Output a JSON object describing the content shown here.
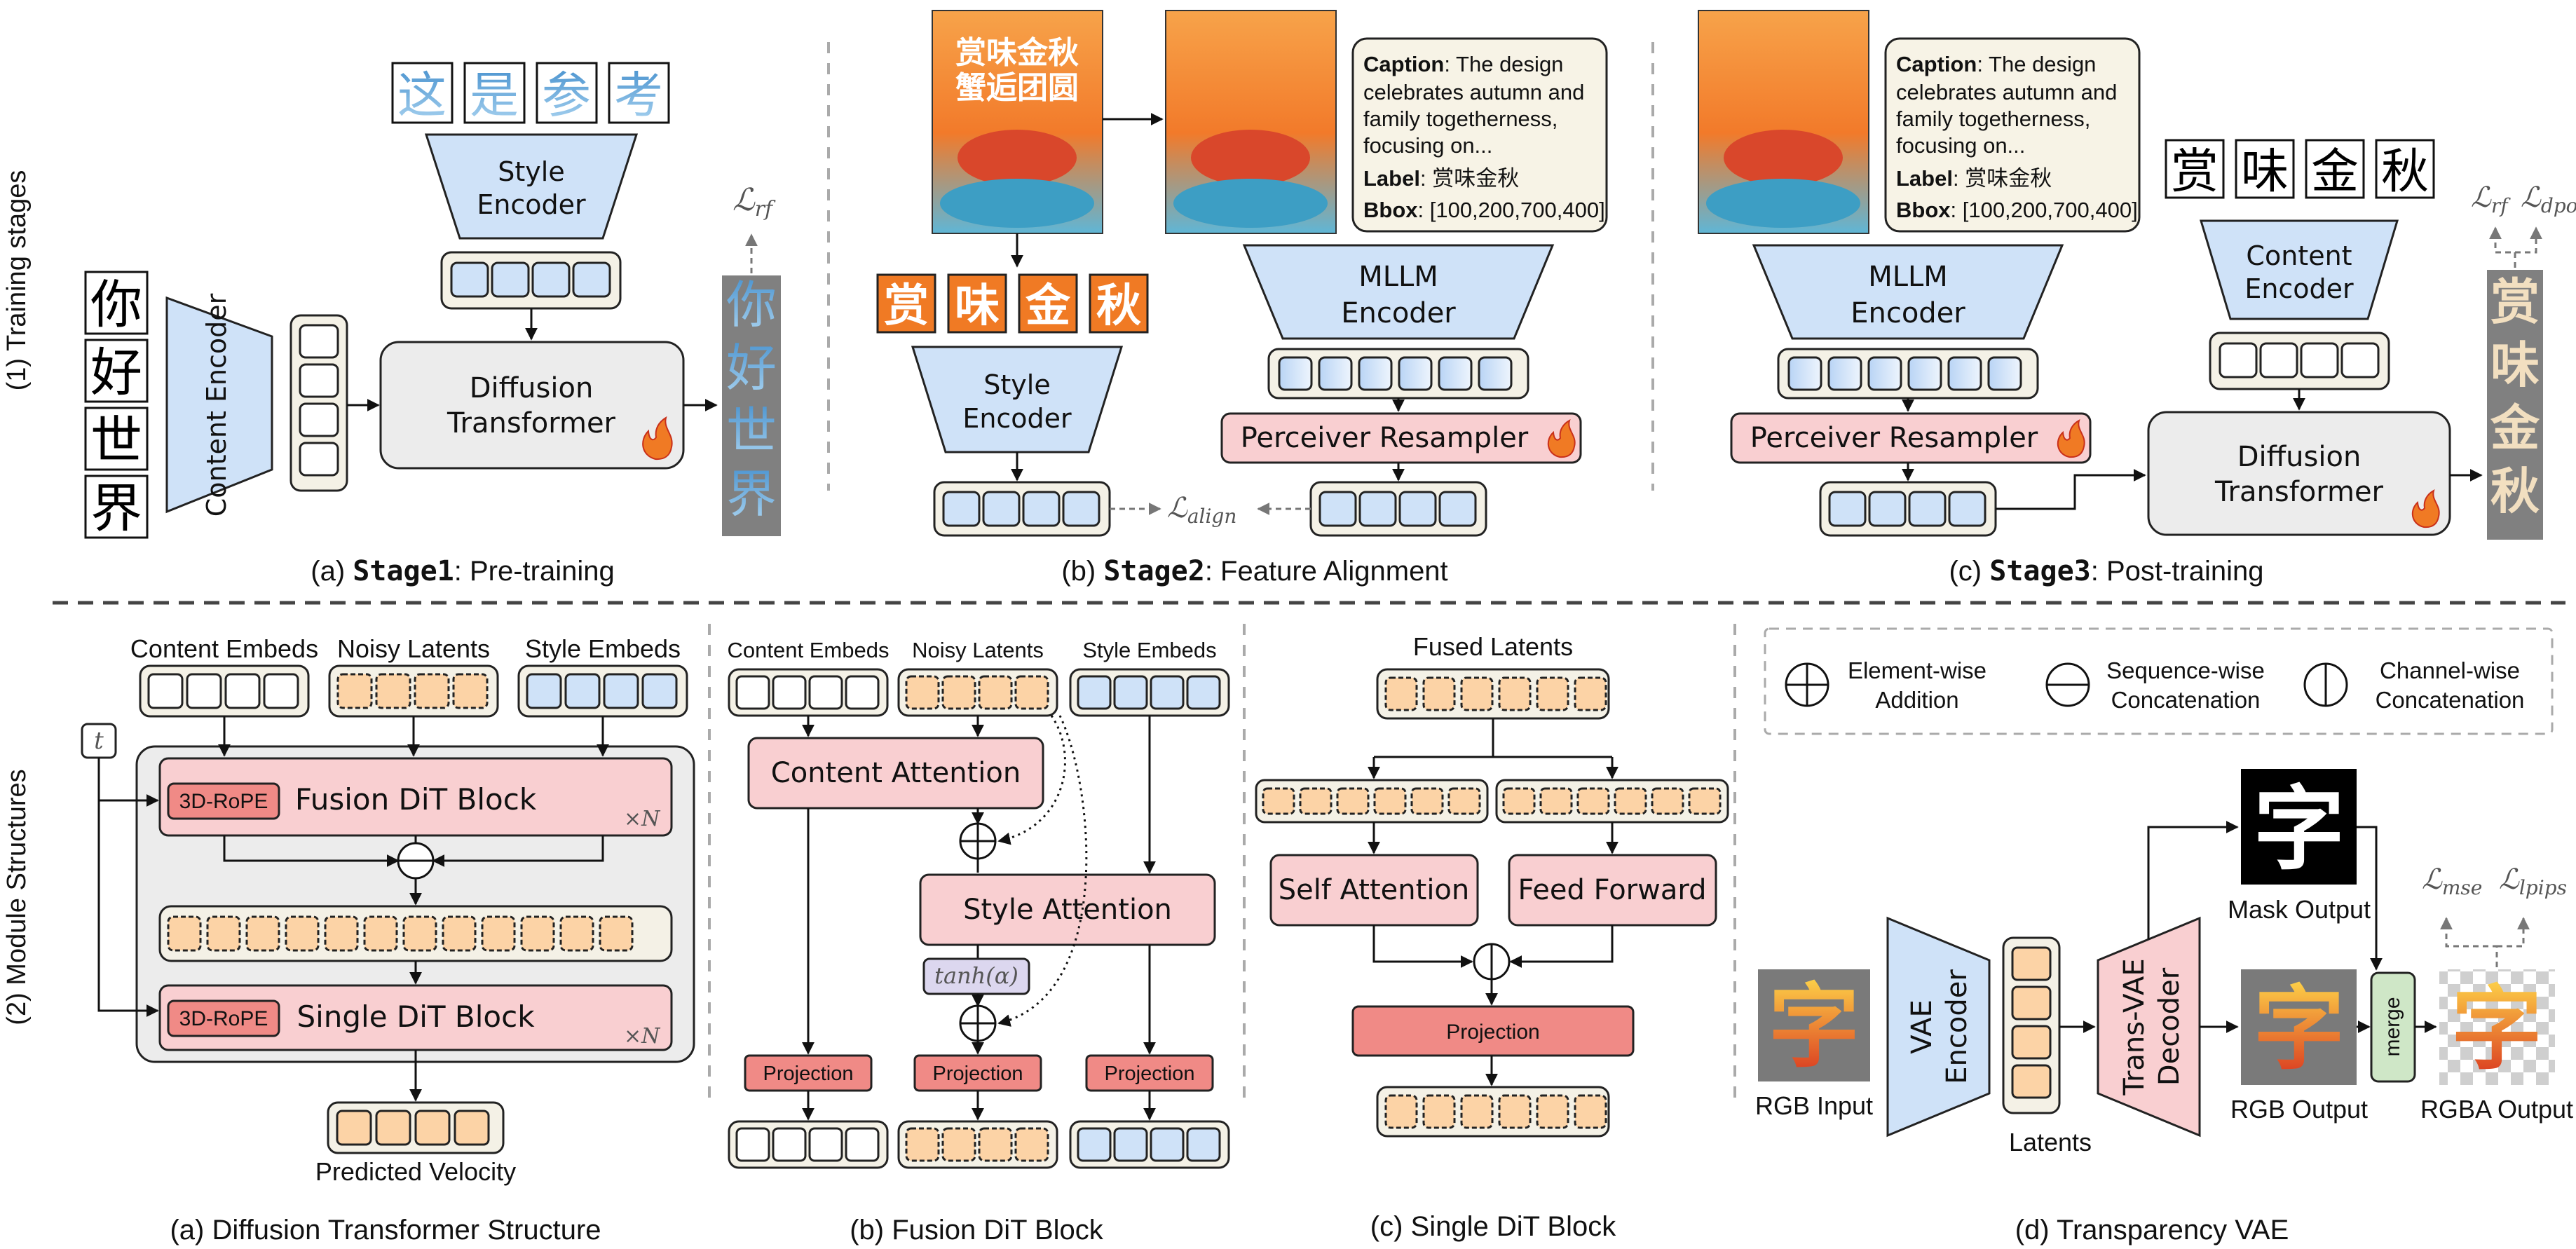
{
  "labels": {
    "training_stages": "(1) Training stages",
    "module_structures": "(2) Module Structures"
  },
  "stage1": {
    "chars": [
      "你",
      "好",
      "世",
      "界"
    ],
    "content_encoder": "Content Encoder",
    "style_encoder_l1": "Style",
    "style_encoder_l2": "Encoder",
    "style_chars": [
      "这",
      "是",
      "参",
      "考"
    ],
    "dit_l1": "Diffusion",
    "dit_l2": "Transformer",
    "loss": "ℒ",
    "loss_sub": "rf",
    "out_chars": [
      "你",
      "好",
      "世",
      "界"
    ],
    "caption_pre": "(a) ",
    "caption_bold": "Stage1",
    "caption_post": ": Pre-training"
  },
  "stage2": {
    "poster_title": "赏味金秋",
    "poster_sub": "蟹逅团圆",
    "chars": [
      "赏",
      "味",
      "金",
      "秋"
    ],
    "style_encoder_l1": "Style",
    "style_encoder_l2": "Encoder",
    "caption_label": "Caption",
    "caption_text_l1": ": The design",
    "caption_text_l2": "celebrates autumn and",
    "caption_text_l3": "family togetherness,",
    "caption_text_l4": "focusing on...",
    "label_label": "Label",
    "label_value": ": 赏味金秋",
    "bbox_label": "Bbox",
    "bbox_value": ": [100,200,700,400]",
    "mllm_l1": "MLLM",
    "mllm_l2": "Encoder",
    "resampler": "Perceiver Resampler",
    "loss": "ℒ",
    "loss_sub": "align",
    "caption_pre": "(b) ",
    "caption_bold": "Stage2",
    "caption_post": ": Feature Alignment"
  },
  "stage3": {
    "caption_label": "Caption",
    "caption_text_l1": ": The design",
    "caption_text_l2": "celebrates autumn and",
    "caption_text_l3": "family togetherness,",
    "caption_text_l4": "focusing on...",
    "label_label": "Label",
    "label_value": ": 赏味金秋",
    "bbox_label": "Bbox",
    "bbox_value": ": [100,200,700,400]",
    "mllm_l1": "MLLM",
    "mllm_l2": "Encoder",
    "resampler": "Perceiver Resampler",
    "chars": [
      "赏",
      "味",
      "金",
      "秋"
    ],
    "content_encoder_l1": "Content",
    "content_encoder_l2": "Encoder",
    "dit_l1": "Diffusion",
    "dit_l2": "Transformer",
    "loss1": "ℒ",
    "loss1_sub": "rf",
    "loss2": "ℒ",
    "loss2_sub": "dpo",
    "out_chars": [
      "赏",
      "味",
      "金",
      "秋"
    ],
    "caption_pre": "(c) ",
    "caption_bold": "Stage3",
    "caption_post": ": Post-training"
  },
  "panel_a": {
    "content_embeds": "Content Embeds",
    "noisy_latents": "Noisy Latents",
    "style_embeds": "Style Embeds",
    "t": "t",
    "rope1": "3D-RoPE",
    "fusion_block": "Fusion DiT Block",
    "times_n1": "×N",
    "rope2": "3D-RoPE",
    "single_block": "Single DiT Block",
    "times_n2": "×N",
    "predicted_velocity": "Predicted Velocity",
    "caption": "(a) Diffusion Transformer Structure"
  },
  "panel_b": {
    "content_embeds": "Content Embeds",
    "noisy_latents": "Noisy Latents",
    "style_embeds": "Style Embeds",
    "content_attention": "Content Attention",
    "style_attention": "Style Attention",
    "tanh": "tanh(α)",
    "projection1": "Projection",
    "projection2": "Projection",
    "projection3": "Projection",
    "caption": "(b) Fusion DiT Block"
  },
  "panel_c": {
    "fused_latents": "Fused Latents",
    "self_attention": "Self Attention",
    "feed_forward": "Feed Forward",
    "projection": "Projection",
    "caption": "(c) Single DiT Block"
  },
  "panel_d": {
    "legend_add_l1": "Element-wise",
    "legend_add_l2": "Addition",
    "legend_seq_l1": "Sequence-wise",
    "legend_seq_l2": "Concatenation",
    "legend_chan_l1": "Channel-wise",
    "legend_chan_l2": "Concatenation",
    "glyph": "字",
    "rgb_input": "RGB Input",
    "vae_l1": "VAE",
    "vae_l2": "Encoder",
    "latents": "Latents",
    "trans_l1": "Trans-VAE",
    "trans_l2": "Decoder",
    "mask_output": "Mask Output",
    "rgb_output": "RGB Output",
    "merge": "merge",
    "rgba_output": "RGBA Output",
    "loss1": "ℒ",
    "loss1_sub": "mse",
    "loss2": "ℒ",
    "loss2_sub": "lpips",
    "caption": "(d) Transparency VAE"
  },
  "colors": {
    "blue": "#cfe2f8",
    "pink": "#f9cfd1",
    "red": "#f08a86",
    "orange_token": "#fcd3a6",
    "gray_box": "#ececec"
  }
}
